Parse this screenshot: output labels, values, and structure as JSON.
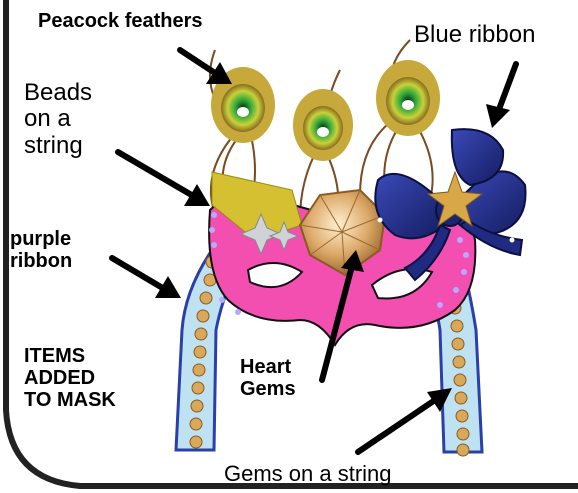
{
  "labels": {
    "peacock_feathers": "Peacock feathers",
    "blue_ribbon": "Blue ribbon",
    "beads": "Beads\non a\nstring",
    "purple_ribbon": "purple\nribbon",
    "items_added": "ITEMS\nADDED\nTO MASK",
    "heart_gems": "Heart\nGems",
    "gems_on_string": "Gems on a string"
  },
  "colors": {
    "mask": "#f24fb0",
    "bow": "#1f2a80",
    "ribbon_fill": "#bfe2f3",
    "ribbon_edge": "#2a3fa8",
    "beads": "#d4c030",
    "gem": "#e0b070",
    "feather_eye": "#1f8a2a",
    "frame": "#222222"
  }
}
